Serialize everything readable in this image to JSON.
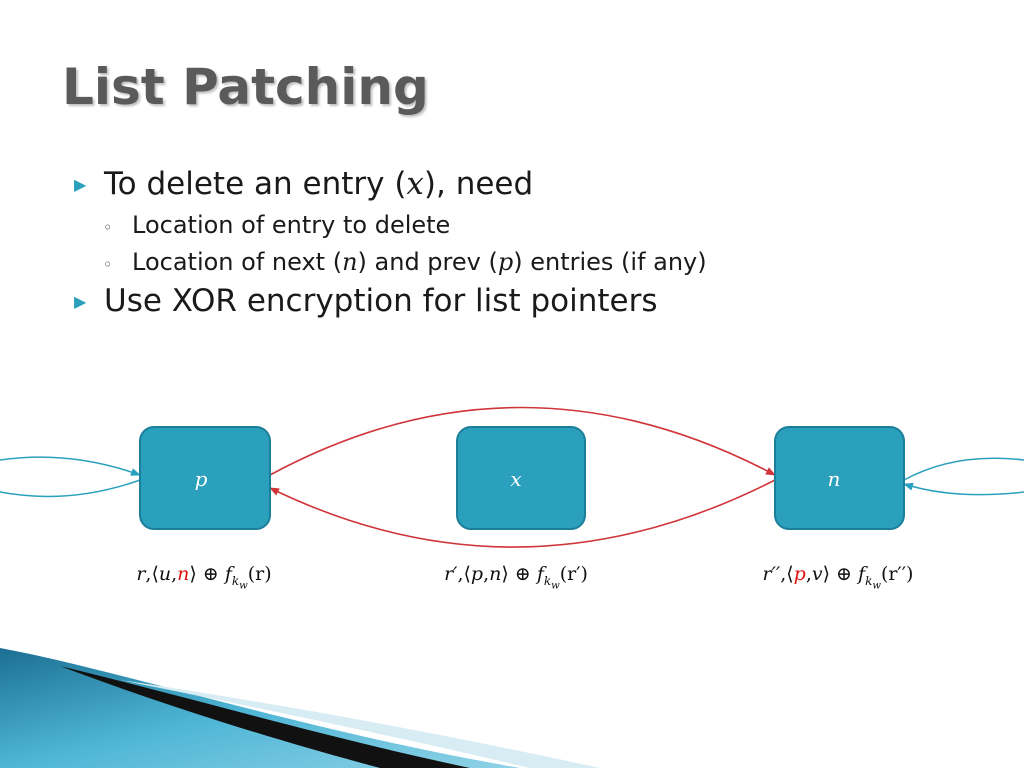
{
  "title": "List Patching",
  "bullets": [
    {
      "parts": [
        "To delete an entry (",
        "x",
        "), need"
      ],
      "subs": [
        {
          "parts": [
            "Location of entry to delete"
          ]
        },
        {
          "parts": [
            "Location of next (",
            "n",
            ") and prev (",
            "p",
            ") entries (if any)"
          ]
        }
      ]
    },
    {
      "parts": [
        "Use XOR encryption for list pointers"
      ]
    }
  ],
  "markers": {
    "level1": "▶",
    "level2": "◦"
  },
  "nodes": [
    {
      "label": "p"
    },
    {
      "label": "x"
    },
    {
      "label": "n"
    }
  ],
  "formulas": [
    {
      "r": "r",
      "open": ",⟨",
      "a": "u",
      "sep": ",",
      "b": "n",
      "close": "⟩ ⊕ ",
      "f": "f",
      "k": "k",
      "w": "w",
      "arg": "(r)"
    },
    {
      "r": "r′",
      "open": ",⟨",
      "a": "p",
      "sep": ",",
      "b": "n",
      "close": "⟩ ⊕ ",
      "f": "f",
      "k": "k",
      "w": "w",
      "arg": "(r′)"
    },
    {
      "r": "r′′",
      "open": ",⟨",
      "a": "p",
      "sep": ",",
      "b": "v",
      "close": "⟩ ⊕ ",
      "f": "f",
      "k": "k",
      "w": "w",
      "arg": "(r′′)"
    }
  ],
  "colors": {
    "node_fill": "#2aa0bd",
    "node_stroke": "#1b7f99",
    "arrow_red": "#d0353a",
    "arrow_teal": "#2aa0bd",
    "highlight": "#e01010"
  }
}
